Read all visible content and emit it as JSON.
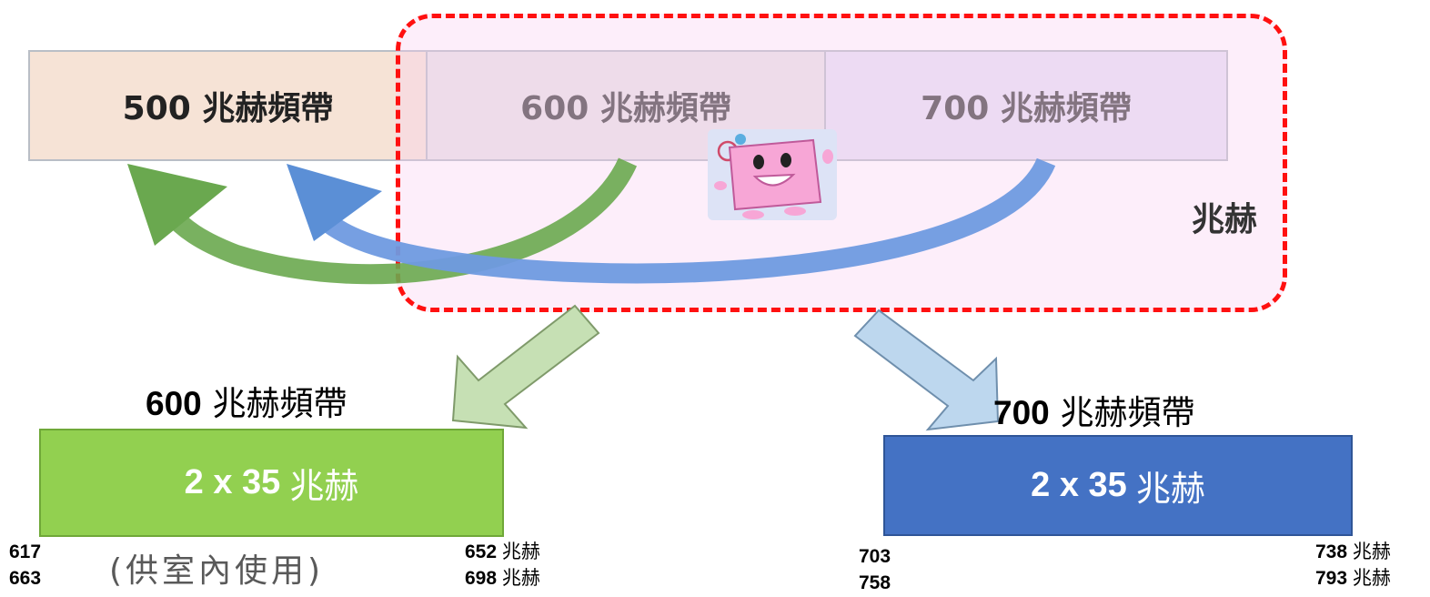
{
  "bands": {
    "b500": "500 兆赫頻帶",
    "b600": "600 兆赫頻帶",
    "b700": "700 兆赫頻帶"
  },
  "highlight_label": "兆赫",
  "band_600": {
    "title_num": "600",
    "title_text": "兆赫頻帶",
    "alloc_num": "2 x 35",
    "alloc_unit": "兆赫",
    "left_freq_1": "617",
    "left_freq_2": "663",
    "right_freq_1_num": "652",
    "right_freq_2_num": "698",
    "freq_unit": "兆赫",
    "note": "(供室內使用)"
  },
  "band_700": {
    "title_num": "700",
    "title_text": "兆赫頻帶",
    "alloc_num": "2 x 35",
    "alloc_unit": "兆赫",
    "left_freq_1": "703",
    "left_freq_2": "758",
    "right_freq_1_num": "738",
    "right_freq_2_num": "793",
    "freq_unit": "兆赫"
  },
  "colors": {
    "band_500_bg": "#f6e3d6",
    "band_600_bg": "#e8e3e6",
    "band_700_bg": "#e6e2f4",
    "highlight_border": "#ff1010",
    "green_arrow": "#6aa84f",
    "blue_arrow": "#5b8fd6",
    "alloc_600": "#92d050",
    "alloc_700": "#4472c4"
  },
  "icons": [
    "green-curved-arrow-icon",
    "blue-curved-arrow-icon",
    "down-left-arrow-icon",
    "down-right-arrow-icon",
    "tv-mascot-icon"
  ]
}
